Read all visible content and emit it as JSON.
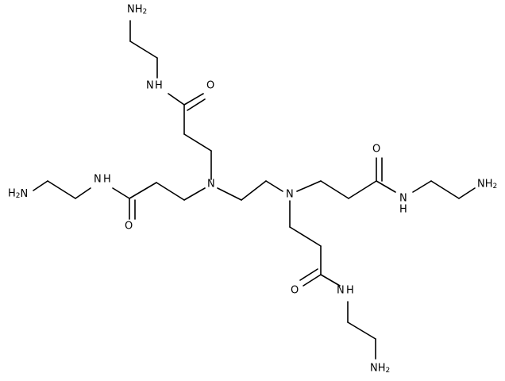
{
  "molecule": {
    "line_color": "#000000",
    "background": "#ffffff",
    "labels": {
      "top_nh2": "NH2",
      "top_nh": "N H",
      "top_o": "O",
      "left_nh2": "H2N",
      "left_nh": "N H",
      "left_o": "O",
      "central_n_left": "N",
      "central_n_right": "N",
      "right_o": "O",
      "right_nh": "N H",
      "right_nh2": "NH2",
      "bottom_o": "O",
      "bottom_nh": "N H",
      "bottom_nh2": "NH2"
    }
  }
}
